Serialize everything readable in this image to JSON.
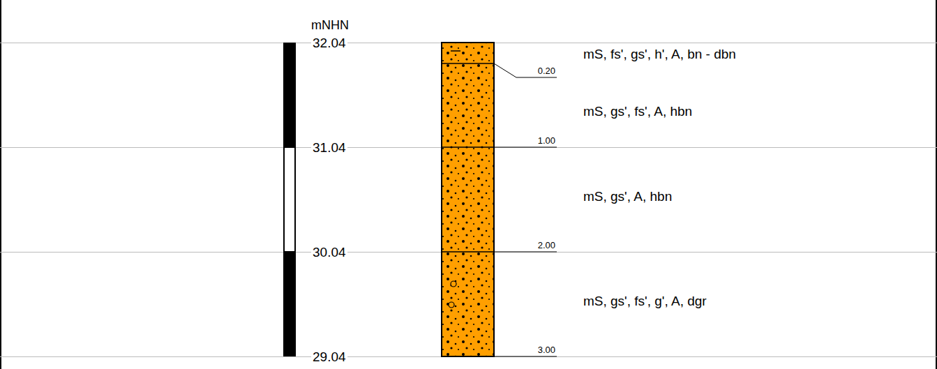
{
  "diagram": {
    "labels": [
      "mNHN",
      "32.04",
      "31.04",
      "30.04",
      "29.04",
      "0.20",
      "1.00",
      "2.00",
      "3.00",
      "mS, fs', gs', h', A, bn - dbn",
      "mS, gs', fs', A, hbn",
      "mS, gs', A, hbn",
      "mS, gs', fs', g', A, dgr"
    ]
  }
}
